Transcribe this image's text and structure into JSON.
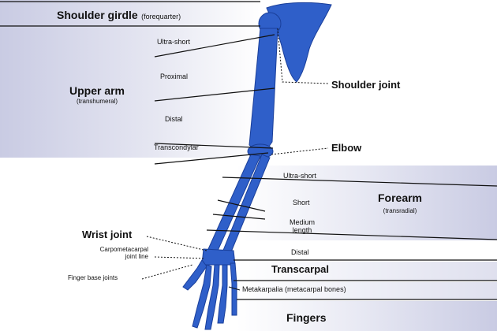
{
  "labels": {
    "shoulder_girdle": "Shoulder girdle",
    "forequarter": "(forequarter)",
    "ultra_short_upper": "Ultra-short",
    "upper_arm": "Upper arm",
    "transhumeral": "(transhumeral)",
    "proximal": "Proximal",
    "distal_upper": "Distal",
    "transcondylar": "Transcondylar",
    "shoulder_joint": "Shoulder joint",
    "elbow": "Elbow",
    "ultra_short_fore": "Ultra-short",
    "short": "Short",
    "medium_1": "Medium",
    "medium_2": "length",
    "forearm": "Forearm",
    "transradial": "(transradial)",
    "wrist_joint": "Wrist joint",
    "carpometacarpal_1": "Carpometacarpal",
    "carpometacarpal_2": "joint line",
    "distal_fore": "Distal",
    "transcarpal": "Transcarpal",
    "finger_base_joints": "Finger base joints",
    "metakarpalia": "Metakarpalia (metacarpal bones)",
    "fingers": "Fingers"
  },
  "colors": {
    "bone": "#2f5fc9",
    "bone_edge": "#1a3f9a",
    "band_dark": "#c9cbe3",
    "line": "#111111"
  }
}
